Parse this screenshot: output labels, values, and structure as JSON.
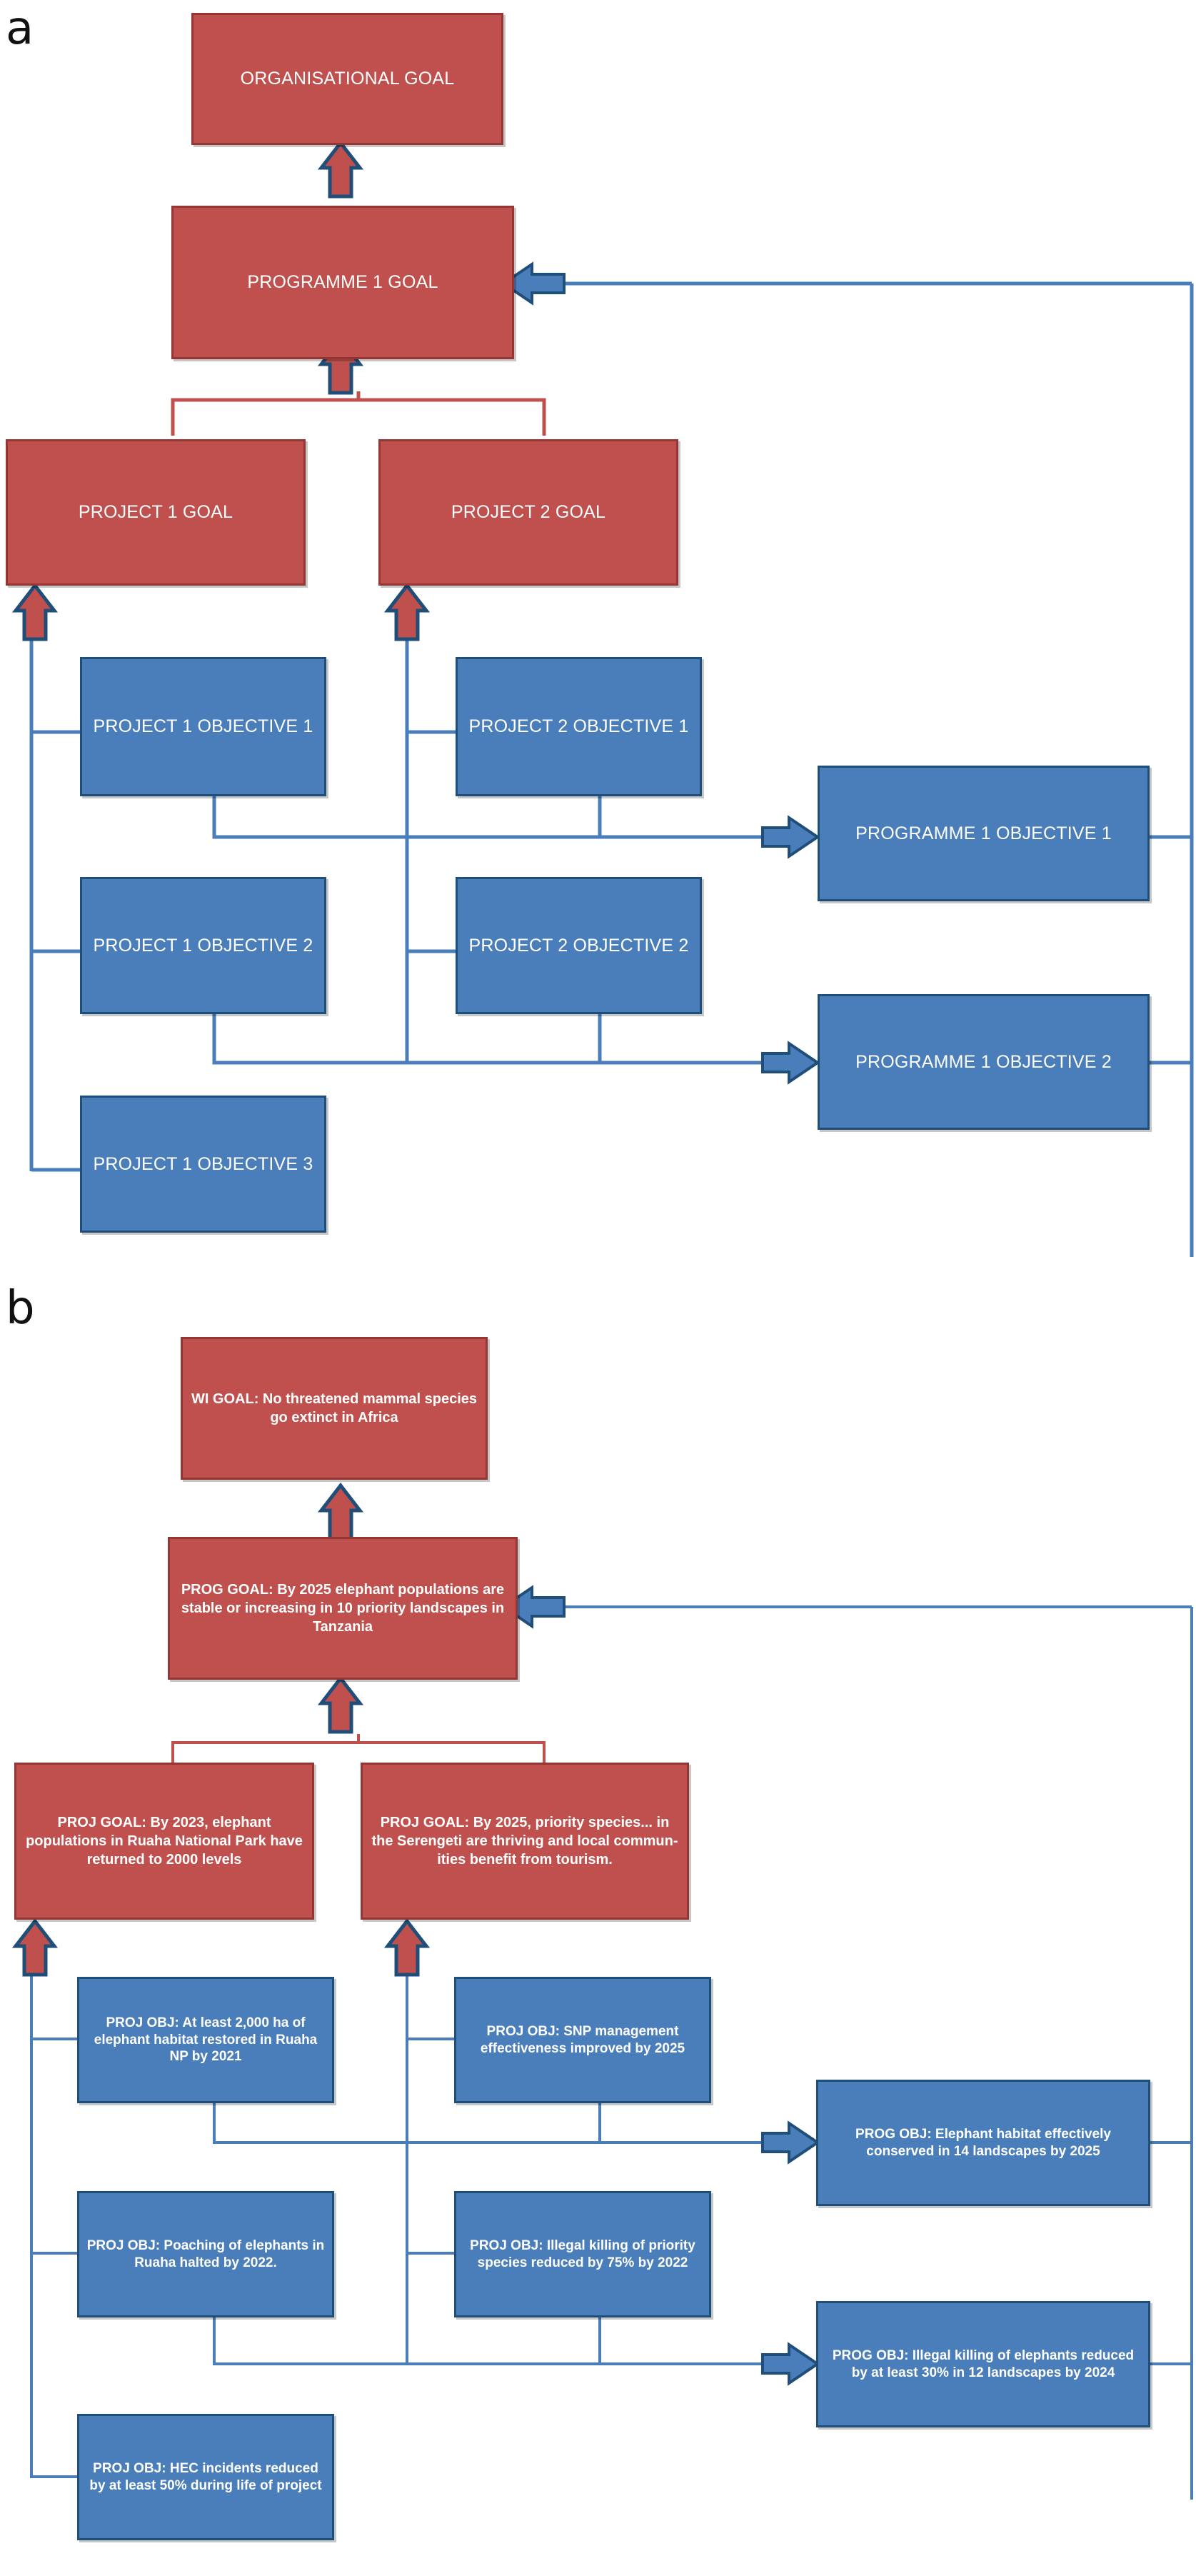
{
  "figure": {
    "panels": [
      {
        "letter": "a",
        "kind": "generic-hierarchy",
        "nodes": {
          "org_goal": "ORGANISATIONAL GOAL",
          "programme_goal": "PROGRAMME  1 GOAL",
          "project1_goal": "PROJECT  1 GOAL",
          "project2_goal": "PROJECT 2 GOAL",
          "project1_obj1": "PROJECT 1 OBJECTIVE 1",
          "project1_obj2": "PROJECT 1 OBJECTIVE 2",
          "project1_obj3": "PROJECT 1 OBJECTIVE 3",
          "project2_obj1": "PROJECT 2 OBJECTIVE 1",
          "project2_obj2": "PROJECT 2 OBJECTIVE 2",
          "programme_obj1": "PROGRAMME 1 OBJECTIVE 1",
          "programme_obj2": "PROGRAMME 1 OBJECTIVE 2"
        }
      },
      {
        "letter": "b",
        "kind": "worked-example",
        "nodes": {
          "org_goal": "WI GOAL: No threatened mammal species go extinct in Africa",
          "programme_goal": "PROG GOAL:  By 2025 elephant populations are stable or increasing in 10 priority landscapes in Tanzania",
          "project1_goal": "PROJ GOAL:  By 2023, elephant populations in Ruaha National Park have returned to 2000 levels",
          "project2_goal": "PROJ GOAL:  By 2025, priority species... in the Serengeti  are thriving and local commun-ities benefit from tourism.",
          "project1_obj1": "PROJ OBJ: At least 2,000 ha of elephant habitat restored in Ruaha NP by 2021",
          "project1_obj2": "PROJ OBJ: Poaching of elephants in Ruaha halted by 2022.",
          "project1_obj3": "PROJ OBJ: HEC incidents reduced by at least 50% during life of project",
          "project2_obj1": "PROJ OBJ: SNP management effectiveness improved by 2025",
          "project2_obj2": "PROJ OBJ: Illegal killing of priority species reduced by 75% by 2022",
          "programme_obj1": "PROG OBJ: Elephant habitat effectively conserved  in 14 landscapes by 2025",
          "programme_obj2": "PROG OBJ: Illegal killing of elephants reduced by at least 30% in 12 landscapes by 2024"
        }
      }
    ],
    "colors": {
      "goal_fill": "#c0504d",
      "goal_border": "#943634",
      "objective_fill": "#4a7ebb",
      "objective_border": "#1f4e79",
      "text": "#ffffff"
    }
  }
}
